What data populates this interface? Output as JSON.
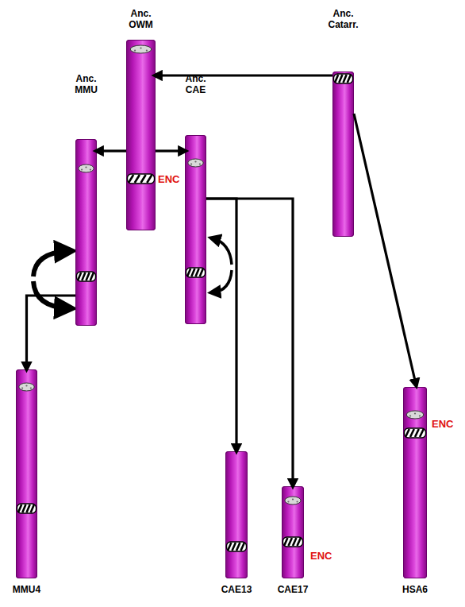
{
  "diagram": {
    "nodes": [
      {
        "text": [
          "Anc. OWM",
          "ENC"
        ]
      },
      {
        "text": [
          "Anc. Catarr."
        ]
      },
      {
        "text": [
          "Anc. MMU"
        ]
      },
      {
        "text": [
          "Anc. CAE"
        ]
      },
      {
        "text": [
          "MMU4"
        ]
      },
      {
        "text": [
          "CAE13"
        ]
      },
      {
        "text": [
          "CAE17",
          "ENC"
        ]
      },
      {
        "text": [
          "HSA6",
          "ENC"
        ]
      }
    ],
    "edges": [
      {
        "from": 1,
        "to": 0,
        "arrow": "to"
      },
      {
        "from": 0,
        "to": 2,
        "arrow": "to"
      },
      {
        "from": 0,
        "to": 3,
        "arrow": "to"
      },
      {
        "from": 2,
        "to": 4,
        "arrow": "to"
      },
      {
        "from": 3,
        "to": 5,
        "arrow": "to"
      },
      {
        "from": 3,
        "to": 6,
        "arrow": "to"
      },
      {
        "from": 1,
        "to": 7,
        "arrow": "to"
      }
    ]
  }
}
